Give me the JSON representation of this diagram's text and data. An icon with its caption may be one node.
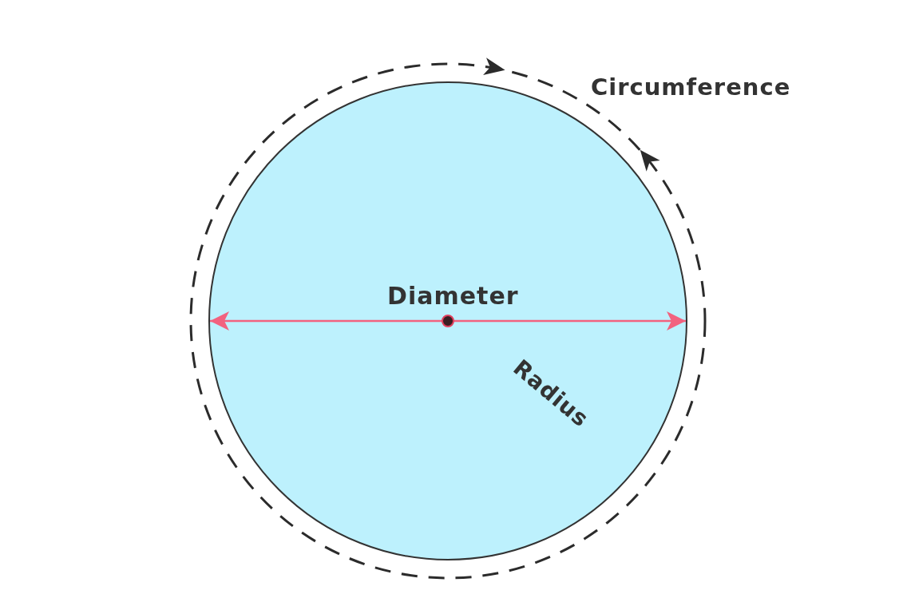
{
  "diagram": {
    "nodes": [
      {
        "text": [
          "Diameter",
          "Radius"
        ]
      }
    ],
    "labels": [
      "Circumference"
    ]
  }
}
